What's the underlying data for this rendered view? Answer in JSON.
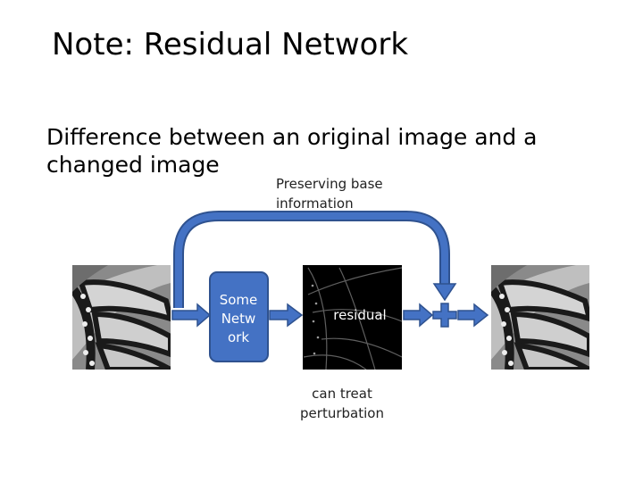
{
  "slide": {
    "title": "Note: Residual Network",
    "subtitle_line1": "Difference between an original image and a",
    "subtitle_line2": "changed image"
  },
  "diagram": {
    "skip_label_line1": "Preserving base",
    "skip_label_line2": "information",
    "network_label_lines": [
      "Some",
      "Netw",
      "ork"
    ],
    "residual_label": "residual",
    "note_line1": "can treat",
    "note_line2": "perturbation",
    "colors": {
      "arrow_fill": "#4472c4",
      "arrow_stroke": "#2f528f",
      "network_box": "#4472c4",
      "residual_bg": "#000000"
    }
  }
}
